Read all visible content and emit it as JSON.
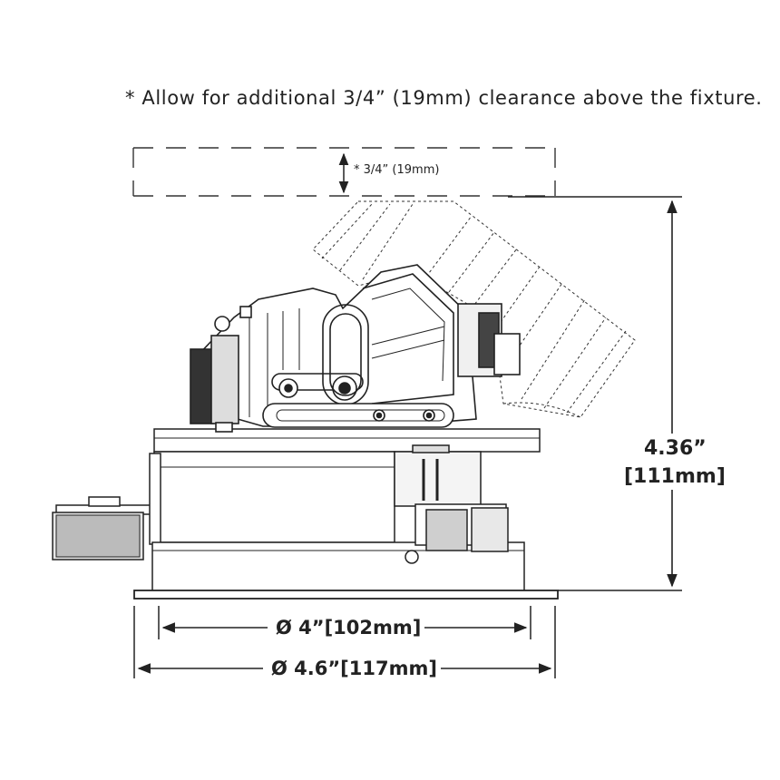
{
  "note": "* Allow for additional 3/4” (19mm) clearance above the fixture.",
  "clearance_label": "* 3/4” (19mm)",
  "height_dim": {
    "inches": "4.36”",
    "mm": "[111mm]"
  },
  "inner_diameter": "Ø 4”[102mm]",
  "outer_diameter": "Ø 4.6”[117mm]",
  "colors": {
    "line": "#222222",
    "background": "#ffffff"
  }
}
